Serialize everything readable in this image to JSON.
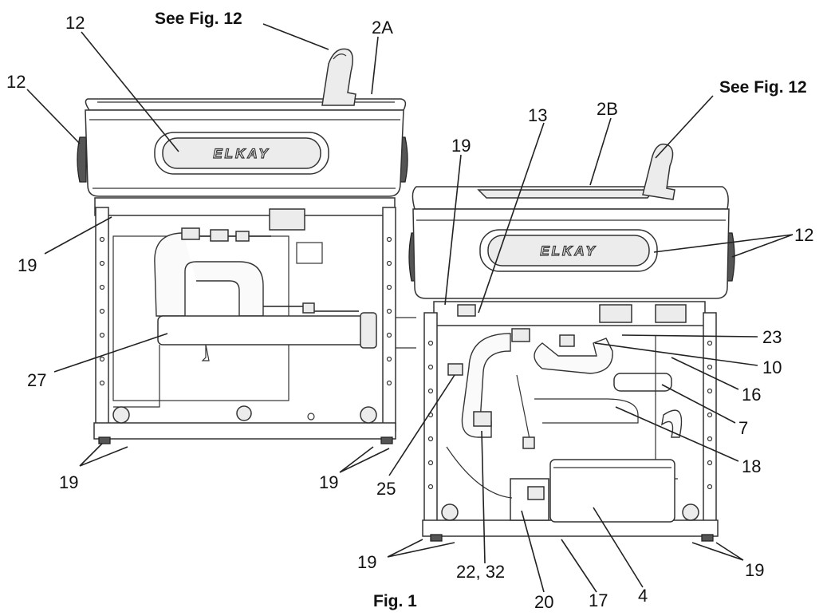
{
  "figure_caption": "Fig. 1",
  "brand_left": "ELKAY",
  "brand_right": "ELKAY",
  "callouts": {
    "see_fig12_left": "See Fig. 12",
    "l_2a": "2A",
    "l_12_top": "12",
    "l_12_left": "12",
    "l_19_left": "19",
    "l_27": "27",
    "l_19_bl": "19",
    "l_19_br": "19",
    "see_fig12_right": "See Fig. 12",
    "l_2b": "2B",
    "l_13": "13",
    "l_19_mid": "19",
    "l_12_right": "12",
    "l_23": "23",
    "l_10": "10",
    "l_16": "16",
    "l_7": "7",
    "l_18": "18",
    "l_25": "25",
    "l_19_rbl": "19",
    "l_22_32": "22, 32",
    "l_20": "20",
    "l_17": "17",
    "l_4": "4",
    "l_19_rbr": "19"
  }
}
